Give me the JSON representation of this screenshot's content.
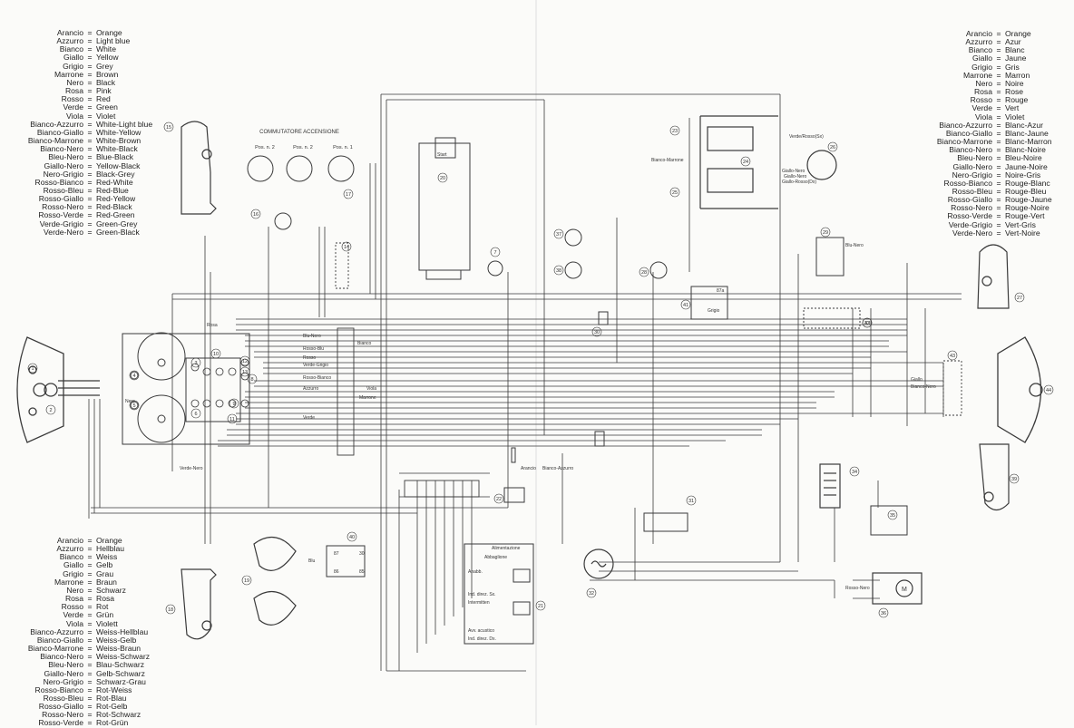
{
  "legends": {
    "english": [
      [
        "Arancio",
        "Orange"
      ],
      [
        "Azzurro",
        "Light blue"
      ],
      [
        "Bianco",
        "White"
      ],
      [
        "Giallo",
        "Yellow"
      ],
      [
        "Grigio",
        "Grey"
      ],
      [
        "Marrone",
        "Brown"
      ],
      [
        "Nero",
        "Black"
      ],
      [
        "Rosa",
        "Pink"
      ],
      [
        "Rosso",
        "Red"
      ],
      [
        "Verde",
        "Green"
      ],
      [
        "Viola",
        "Violet"
      ],
      [
        "Bianco-Azzurro",
        "White-Light blue"
      ],
      [
        "Bianco-Giallo",
        "White-Yellow"
      ],
      [
        "Bianco-Marrone",
        "White-Brown"
      ],
      [
        "Bianco-Nero",
        "White-Black"
      ],
      [
        "Bleu-Nero",
        "Blue-Black"
      ],
      [
        "Giallo-Nero",
        "Yellow-Black"
      ],
      [
        "Nero-Grigio",
        "Black-Grey"
      ],
      [
        "Rosso-Bianco",
        "Red-White"
      ],
      [
        "Rosso-Bleu",
        "Red-Blue"
      ],
      [
        "Rosso-Giallo",
        "Red-Yellow"
      ],
      [
        "Rosso-Nero",
        "Red-Black"
      ],
      [
        "Rosso-Verde",
        "Red-Green"
      ],
      [
        "Verde-Grigio",
        "Green-Grey"
      ],
      [
        "Verde-Nero",
        "Green-Black"
      ]
    ],
    "french": [
      [
        "Arancio",
        "Orange"
      ],
      [
        "Azzurro",
        "Azur"
      ],
      [
        "Bianco",
        "Blanc"
      ],
      [
        "Giallo",
        "Jaune"
      ],
      [
        "Grigio",
        "Gris"
      ],
      [
        "Marrone",
        "Marron"
      ],
      [
        "Nero",
        "Noire"
      ],
      [
        "Rosa",
        "Rose"
      ],
      [
        "Rosso",
        "Rouge"
      ],
      [
        "Verde",
        "Vert"
      ],
      [
        "Viola",
        "Violet"
      ],
      [
        "Bianco-Azzurro",
        "Blanc-Azur"
      ],
      [
        "Bianco-Giallo",
        "Blanc-Jaune"
      ],
      [
        "Bianco-Marrone",
        "Blanc-Marron"
      ],
      [
        "Bianco-Nero",
        "Blanc-Noire"
      ],
      [
        "Bleu-Nero",
        "Bleu-Noire"
      ],
      [
        "Giallo-Nero",
        "Jaune-Noire"
      ],
      [
        "Nero-Grigio",
        "Noire-Gris"
      ],
      [
        "Rosso-Bianco",
        "Rouge-Blanc"
      ],
      [
        "Rosso-Bleu",
        "Rouge-Bleu"
      ],
      [
        "Rosso-Giallo",
        "Rouge-Jaune"
      ],
      [
        "Rosso-Nero",
        "Rouge-Noire"
      ],
      [
        "Rosso-Verde",
        "Rouge-Vert"
      ],
      [
        "Verde-Grigio",
        "Vert-Gris"
      ],
      [
        "Verde-Nero",
        "Vert-Noire"
      ]
    ],
    "german": [
      [
        "Arancio",
        "Orange"
      ],
      [
        "Azzurro",
        "Hellblau"
      ],
      [
        "Bianco",
        "Weiss"
      ],
      [
        "Giallo",
        "Gelb"
      ],
      [
        "Grigio",
        "Grau"
      ],
      [
        "Marrone",
        "Braun"
      ],
      [
        "Nero",
        "Schwarz"
      ],
      [
        "Rosa",
        "Rosa"
      ],
      [
        "Rosso",
        "Rot"
      ],
      [
        "Verde",
        "Grün"
      ],
      [
        "Viola",
        "Violett"
      ],
      [
        "Bianco-Azzurro",
        "Weiss-Hellblau"
      ],
      [
        "Bianco-Giallo",
        "Weiss-Gelb"
      ],
      [
        "Bianco-Marrone",
        "Weiss-Braun"
      ],
      [
        "Bianco-Nero",
        "Weiss-Schwarz"
      ],
      [
        "Bleu-Nero",
        "Blau-Schwarz"
      ],
      [
        "Giallo-Nero",
        "Gelb-Schwarz"
      ],
      [
        "Nero-Grigio",
        "Schwarz-Grau"
      ],
      [
        "Rosso-Bianco",
        "Rot-Weiss"
      ],
      [
        "Rosso-Bleu",
        "Rot-Blau"
      ],
      [
        "Rosso-Giallo",
        "Rot-Gelb"
      ],
      [
        "Rosso-Nero",
        "Rot-Schwarz"
      ],
      [
        "Rosso-Verde",
        "Rot-Grün"
      ]
    ]
  },
  "switch": {
    "title": "COMMUTATORE ACCENSIONE",
    "positions": [
      "Pos. n. 2",
      "Pos. n. 2",
      "Pos. n. 1"
    ]
  },
  "components": [
    "1",
    "2",
    "3",
    "4",
    "5",
    "6",
    "7",
    "8",
    "9",
    "10",
    "11",
    "12",
    "13",
    "14",
    "15",
    "16",
    "17",
    "18",
    "19",
    "20",
    "21",
    "22",
    "23",
    "24",
    "25",
    "26",
    "27",
    "28",
    "29",
    "30",
    "31",
    "32",
    "33",
    "34",
    "35",
    "36",
    "37",
    "38",
    "39",
    "40",
    "41",
    "42",
    "43",
    "44"
  ],
  "wire_labels": [
    "Nero",
    "Rosa",
    "Verde-Nero",
    "Marrone",
    "Verde-Grigio",
    "Rosso-Blu",
    "Rosso",
    "Bianco",
    "Azzurro",
    "Blu-Nero",
    "Viola",
    "Giallo",
    "Verde",
    "Bianco-Nero",
    "Bianco-Marrone",
    "Giallo-Nero",
    "Grigio",
    "Rosso-Nero",
    "Arancio",
    "Bianco-Azzurro",
    "Rosso-Bianco",
    "Blu",
    "Blu-Nero"
  ],
  "relay_labels": [
    "Alimentazione",
    "Abbaglione",
    "Anabb.",
    "Ind. direz. Sx.",
    "Intermitten",
    "Avv. acustico",
    "Ind. direz. Dx."
  ],
  "misc_labels": [
    "Verde/Rosso(Sx)",
    "Giallo-Nero",
    "Giallo-Rosso(Dx)",
    "Start",
    "30",
    "87",
    "85",
    "86",
    "87a",
    "M"
  ],
  "colors": {
    "ink": "#2a2a2a",
    "paper": "#fbfbf9",
    "wire": "#3a3a3a"
  }
}
